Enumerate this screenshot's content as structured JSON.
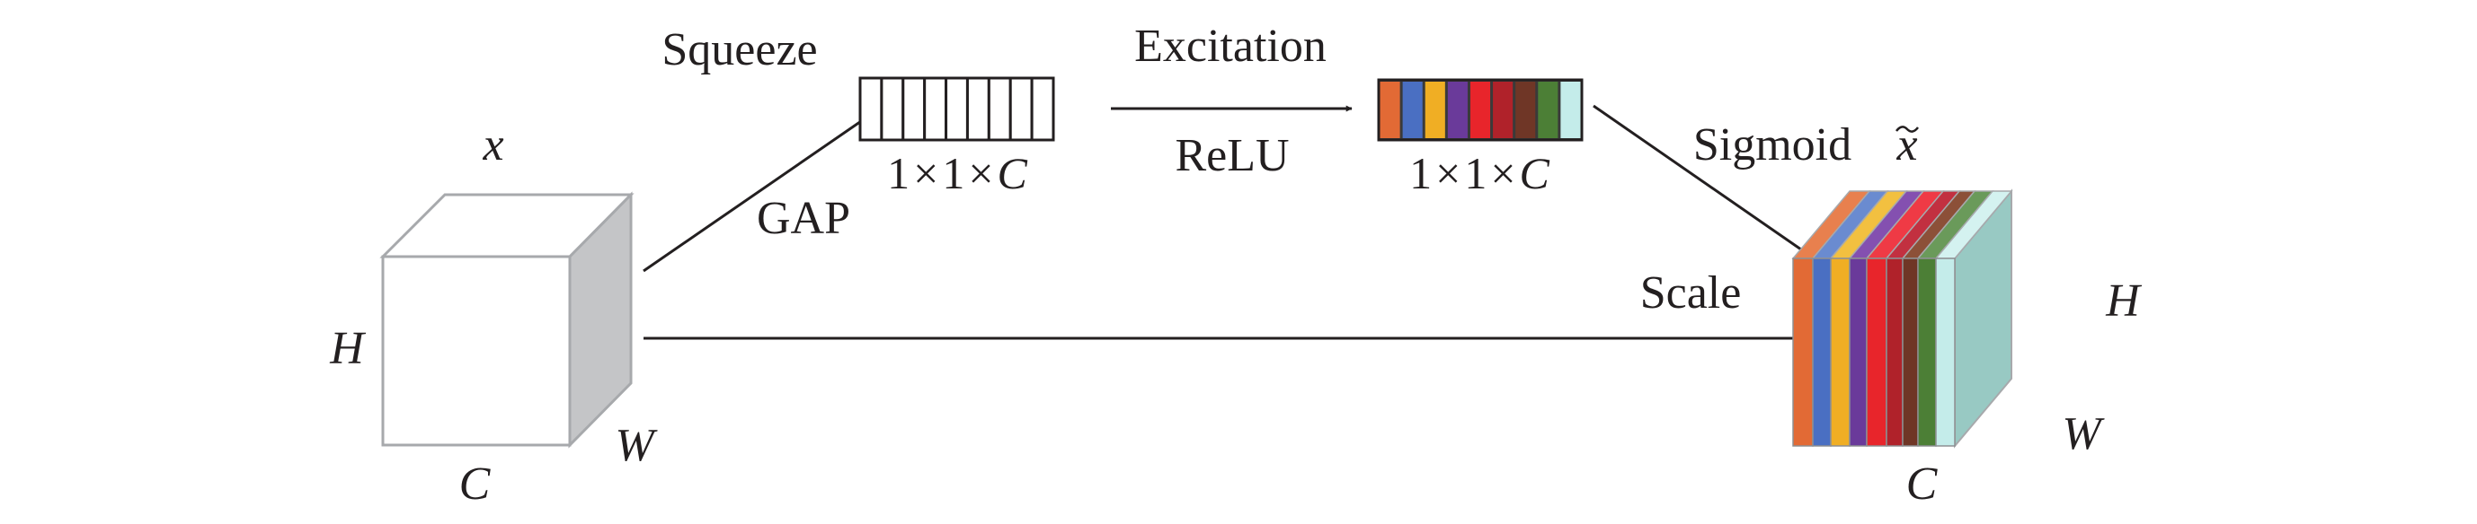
{
  "title": "Squeeze-and-Excitation block",
  "input_tensor": {
    "symbol": "x",
    "height_label": "H",
    "width_label": "W",
    "channel_label": "C",
    "front_color": "#ffffff",
    "side_color": "#c4c5c7",
    "edge_color": "#a7a9ac"
  },
  "squeeze": {
    "stage_label": "Squeeze",
    "op_label": "GAP",
    "vector_dims": [
      "1",
      "×",
      "1",
      "×",
      "C"
    ],
    "cell_count": 9
  },
  "excitation": {
    "stage_label": "Excitation",
    "op_label": "ReLU",
    "vector_dims": [
      "1",
      "×",
      "1",
      "×",
      "C"
    ],
    "cell_colors": [
      "#e26a35",
      "#4a6fc2",
      "#f0ae24",
      "#6a3a9a",
      "#e8252b",
      "#b0222a",
      "#6f3626",
      "#4c7f36",
      "#c4ecea"
    ]
  },
  "sigmoid": {
    "op_label": "Sigmoid"
  },
  "scale": {
    "op_label": "Scale"
  },
  "output_tensor": {
    "symbol": "x̃",
    "symbol_base": "x",
    "symbol_accent": "~",
    "height_label": "H",
    "width_label": "W",
    "channel_label": "C",
    "slice_colors": [
      "#e26a35",
      "#4a6fc2",
      "#f0ae24",
      "#6a3a9a",
      "#e8252b",
      "#b0222a",
      "#6f3626",
      "#4c7f36",
      "#c4ecea"
    ],
    "top_colors": [
      "#e8804e",
      "#6a8bd0",
      "#f2c040",
      "#8450b0",
      "#ef3a45",
      "#c23040",
      "#8c5038",
      "#6a9a5a",
      "#d4f2f0"
    ],
    "side_color": "#98c9c3"
  }
}
